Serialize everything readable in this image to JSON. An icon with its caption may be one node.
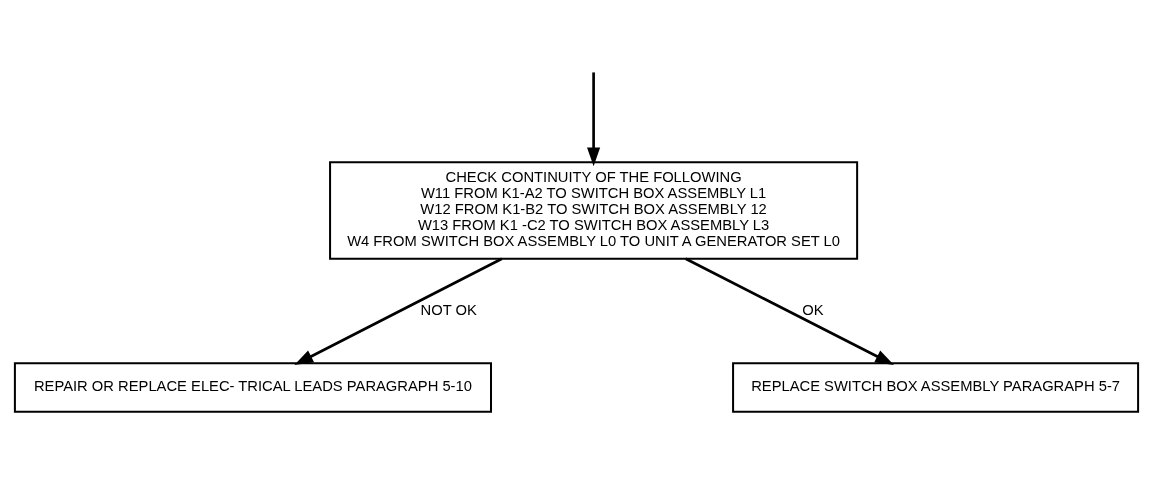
{
  "diagram": {
    "nodes": [
      {
        "text": [
          "CHECK CONTINUITY OF THE FOLLOWING",
          "W11 FROM K1-A2 TO SWITCH BOX ASSEMBLY L1",
          "W12 FROM K1-B2 TO SWITCH BOX ASSEMBLY 12",
          "W13 FROM K1 -C2 TO SWITCH BOX ASSEMBLY L3",
          "W4 FROM SWITCH BOX ASSEMBLY L0 TO UNIT A GENERATOR SET L0"
        ]
      },
      {
        "text": [
          "REPAIR OR REPLACE ELEC- TRICAL LEADS PARAGRAPH 5-10"
        ]
      },
      {
        "text": [
          "REPLACE SWITCH BOX ASSEMBLY PARAGRAPH 5-7"
        ]
      }
    ],
    "edges": [
      {
        "from": null,
        "to": 0,
        "arrow": "to"
      },
      {
        "from": 0,
        "to": 1,
        "arrow": "to",
        "label": "NOT OK"
      },
      {
        "from": 0,
        "to": 2,
        "arrow": "to",
        "label": "OK"
      }
    ]
  }
}
